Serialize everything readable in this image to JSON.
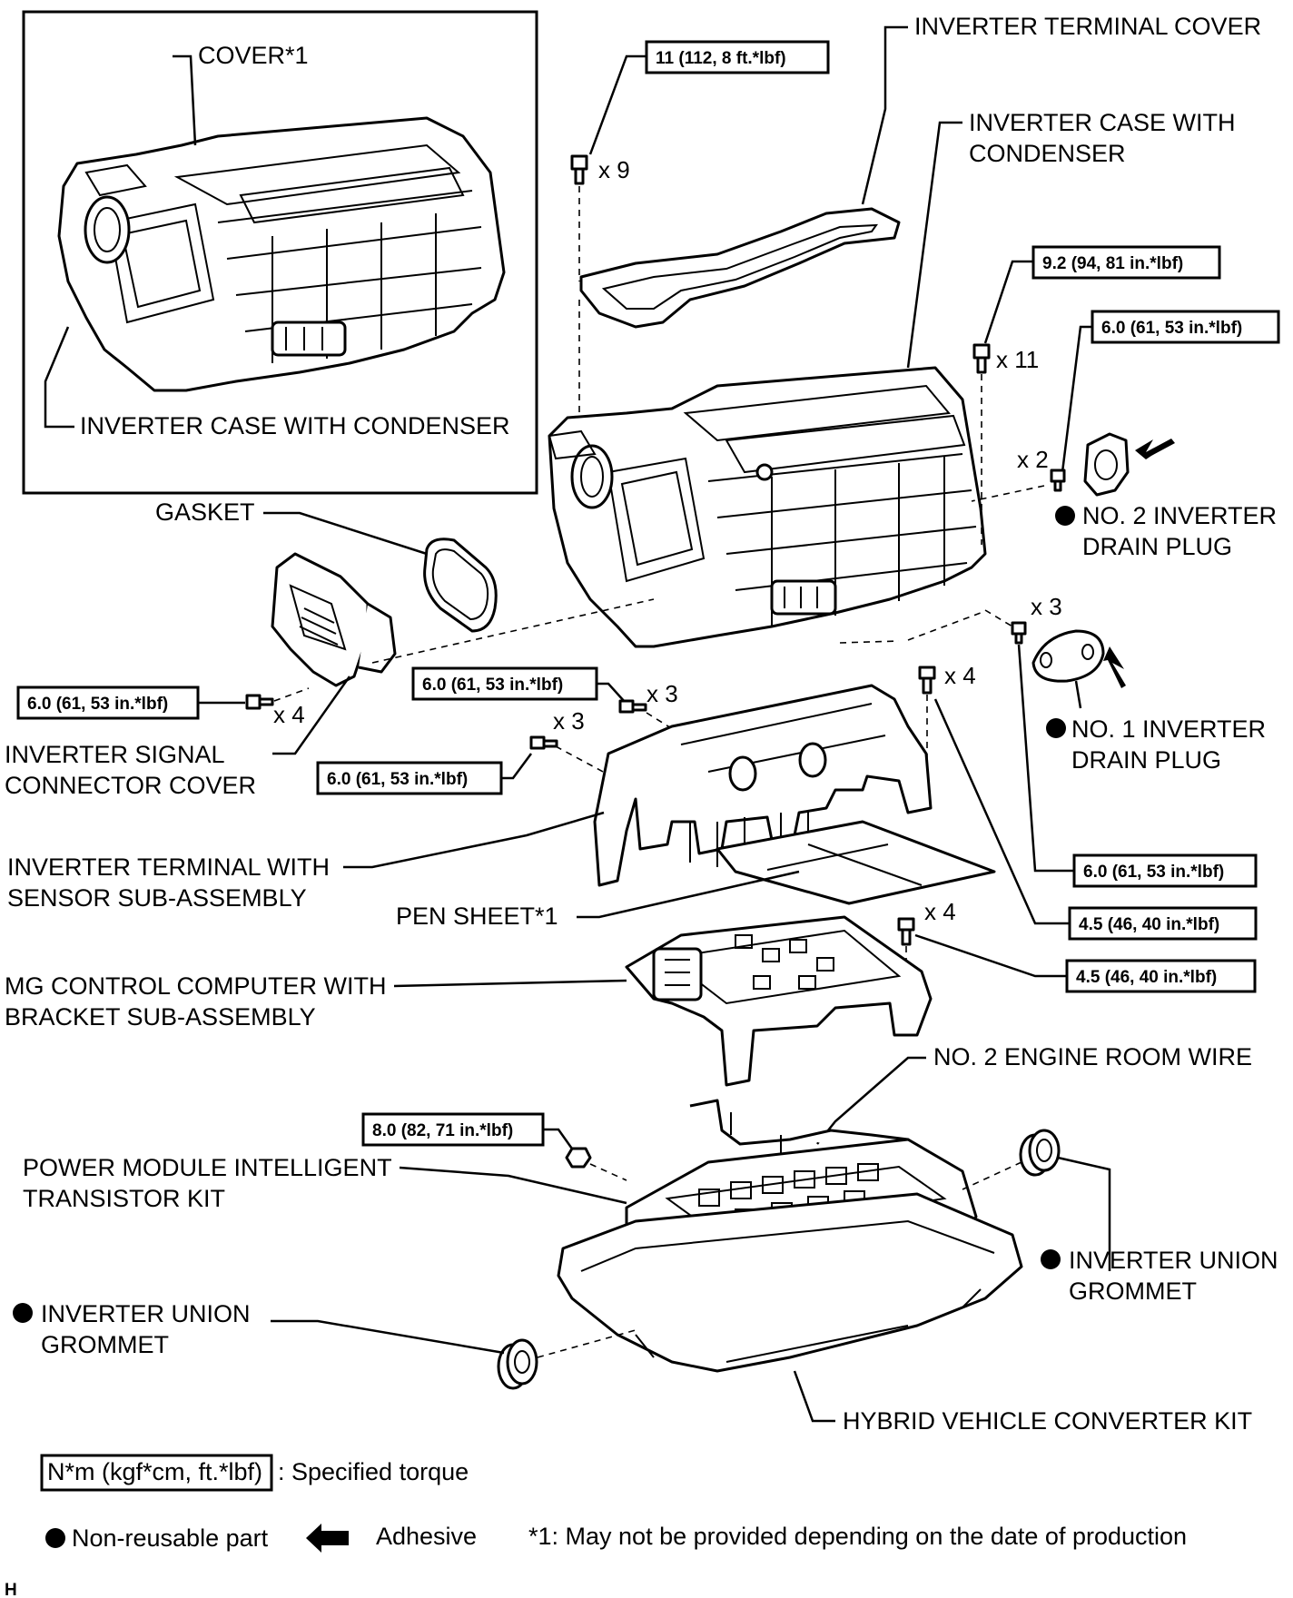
{
  "labels": {
    "inset_cover": "COVER*1",
    "inset_case": "INVERTER CASE WITH CONDENSER",
    "inverter_terminal_cover": "INVERTER TERMINAL COVER",
    "inverter_case_line1": "INVERTER CASE WITH",
    "inverter_case_line2": "CONDENSER",
    "gasket": "GASKET",
    "no2_drain_plug_line1": "NO. 2 INVERTER",
    "no2_drain_plug_line2": "DRAIN PLUG",
    "no1_drain_plug_line1": "NO. 1 INVERTER",
    "no1_drain_plug_line2": "DRAIN PLUG",
    "signal_connector_cover_line1": "INVERTER SIGNAL",
    "signal_connector_cover_line2": "CONNECTOR COVER",
    "terminal_sensor_line1": "INVERTER TERMINAL WITH",
    "terminal_sensor_line2": "SENSOR SUB-ASSEMBLY",
    "pen_sheet": "PEN SHEET*1",
    "mg_computer_line1": "MG CONTROL COMPUTER WITH",
    "mg_computer_line2": "BRACKET SUB-ASSEMBLY",
    "engine_room_wire": "NO. 2 ENGINE ROOM WIRE",
    "power_module_line1": "POWER MODULE INTELLIGENT",
    "power_module_line2": "TRANSISTOR KIT",
    "grommet_right_line1": "INVERTER UNION",
    "grommet_right_line2": "GROMMET",
    "grommet_left_line1": "INVERTER UNION",
    "grommet_left_line2": "GROMMET",
    "converter_kit": "HYBRID VEHICLE CONVERTER KIT"
  },
  "torques": {
    "t_cover": "11 (112, 8 ft.*lbf)",
    "t_case": "9.2 (94, 81 in.*lbf)",
    "t_no2_plug": "6.0 (61, 53 in.*lbf)",
    "t_signal_cover": "6.0 (61, 53 in.*lbf)",
    "t_terminal_upper": "6.0 (61, 53 in.*lbf)",
    "t_terminal_lower": "6.0 (61, 53 in.*lbf)",
    "t_no1_plug": "6.0 (61, 53 in.*lbf)",
    "t_terminal_right": "4.5 (46, 40 in.*lbf)",
    "t_computer": "4.5 (46, 40 in.*lbf)",
    "t_power_module": "8.0 (82, 71 in.*lbf)"
  },
  "multipliers": {
    "m_cover": "x 9",
    "m_case": "x 11",
    "m_no2_plug": "x 2",
    "m_no1_plug": "x 3",
    "m_signal_cover": "x 4",
    "m_terminal_upper": "x 3",
    "m_terminal_lower": "x 3",
    "m_terminal_right": "x 4",
    "m_computer": "x 4"
  },
  "legend": {
    "torque_box": "N*m (kgf*cm, ft.*lbf)",
    "torque_desc": ": Specified torque",
    "non_reusable": "Non-reusable part",
    "adhesive": "Adhesive",
    "footnote": "*1: May not be provided depending on the date of production"
  },
  "corner_mark": "H"
}
